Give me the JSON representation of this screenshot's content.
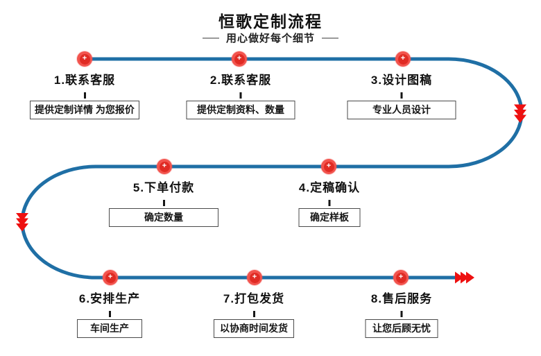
{
  "title": "恒歌定制流程",
  "subtitle": "用心做好每个细节",
  "colors": {
    "line_blue": "#1f6fa5",
    "marker_ring_red": "#f2544e",
    "marker_core_red": "#e02b24",
    "arrow_red": "#ee1010",
    "box_border": "#4a4a4a"
  },
  "marker_icon": "+",
  "steps": [
    {
      "label": "1.联系客服",
      "note": "提供定制详情 为您报价"
    },
    {
      "label": "2.联系客服",
      "note": "提供定制资料、数量"
    },
    {
      "label": "3.设计图稿",
      "note": "专业人员设计"
    },
    {
      "label": "4.定稿确认",
      "note": "确定样板"
    },
    {
      "label": "5.下单付款",
      "note": "确定数量"
    },
    {
      "label": "6.安排生产",
      "note": "车间生产"
    },
    {
      "label": "7.打包发货",
      "note": "以协商时间发货"
    },
    {
      "label": "8.售后服务",
      "note": "让您后顾无忧"
    }
  ]
}
